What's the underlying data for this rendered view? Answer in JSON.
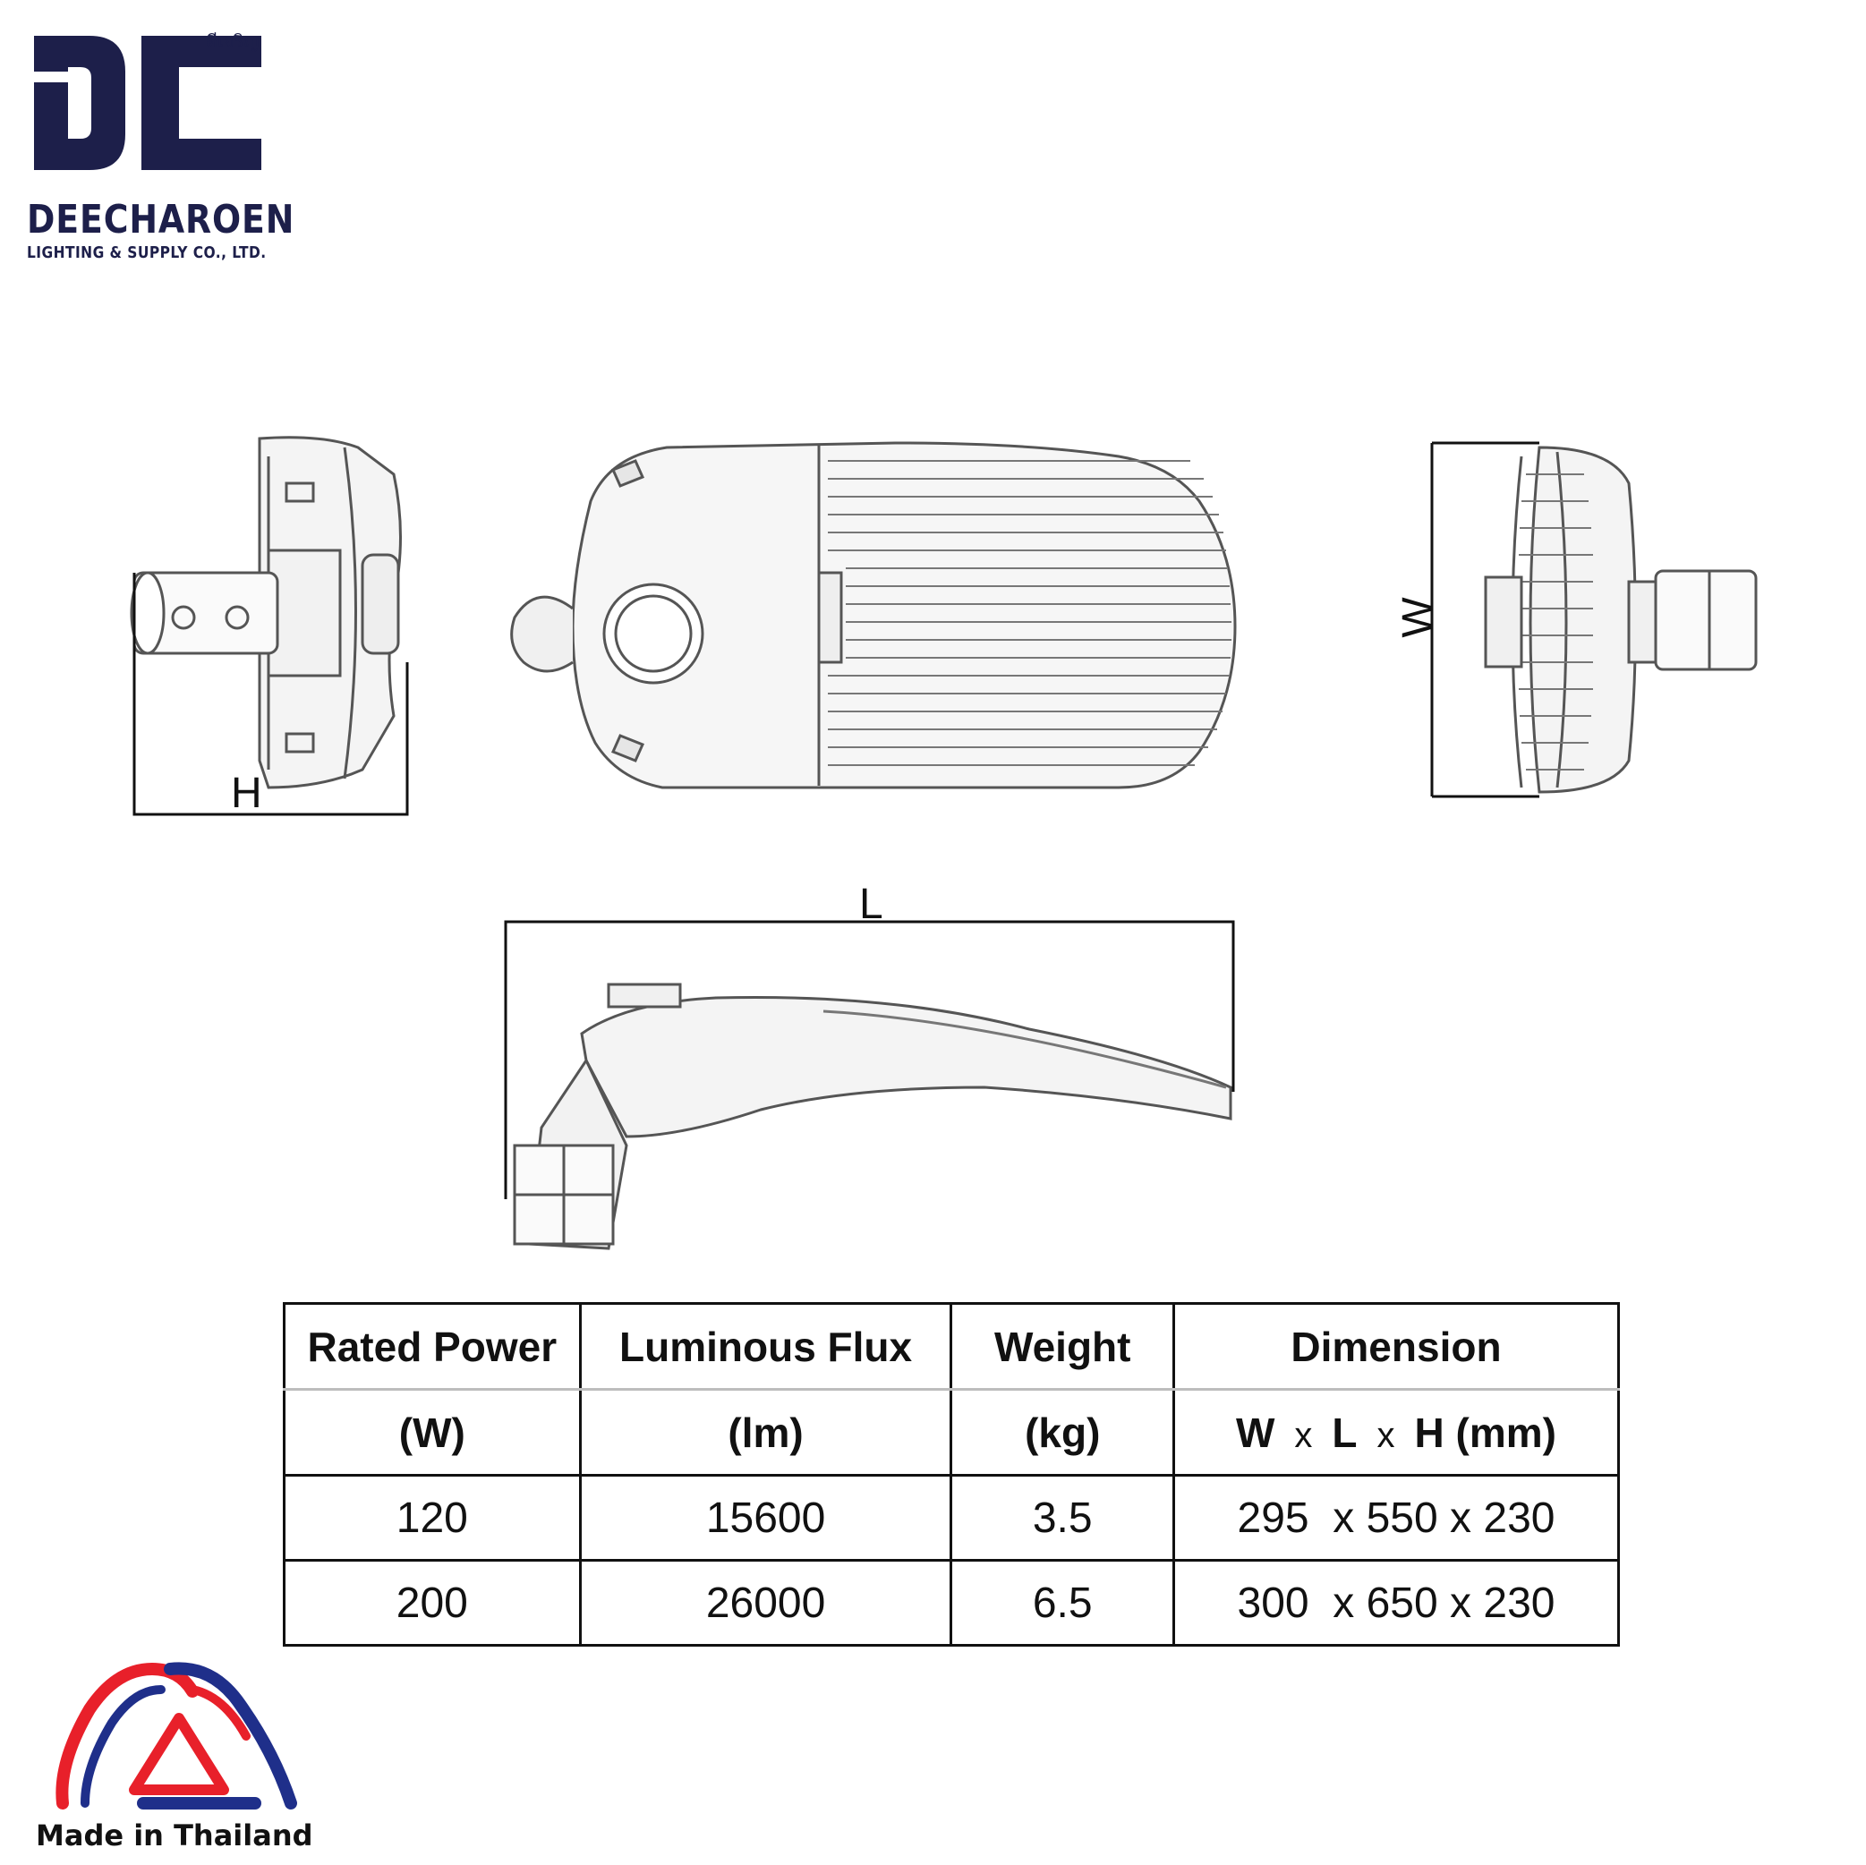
{
  "brand": {
    "monogram": "DC",
    "thai_name": "ดีเจริญ",
    "name": "DEECHAROEN",
    "tagline": "LIGHTING & SUPPLY CO., LTD.",
    "color": "#1d1f4a"
  },
  "drawings": {
    "labels": {
      "height": "H",
      "width": "W",
      "length": "L"
    }
  },
  "spec_table": {
    "headers": [
      {
        "title": "Rated Power",
        "unit": "(W)"
      },
      {
        "title": "Luminous Flux",
        "unit": "(lm)"
      },
      {
        "title": "Weight",
        "unit": "(kg)"
      },
      {
        "title": "Dimension",
        "unit": {
          "w": "W",
          "x1": "x",
          "l": "L",
          "x2": "x",
          "h": "H (mm)"
        }
      }
    ],
    "rows": [
      {
        "power": "120",
        "flux": "15600",
        "weight": "3.5",
        "dimension": "295  x 550 x 230"
      },
      {
        "power": "200",
        "flux": "26000",
        "weight": "6.5",
        "dimension": "300  x 650 x 230"
      }
    ]
  },
  "origin": {
    "label": "Made in Thailand",
    "colors": {
      "red": "#e8202a",
      "blue": "#1f2f8a"
    }
  }
}
